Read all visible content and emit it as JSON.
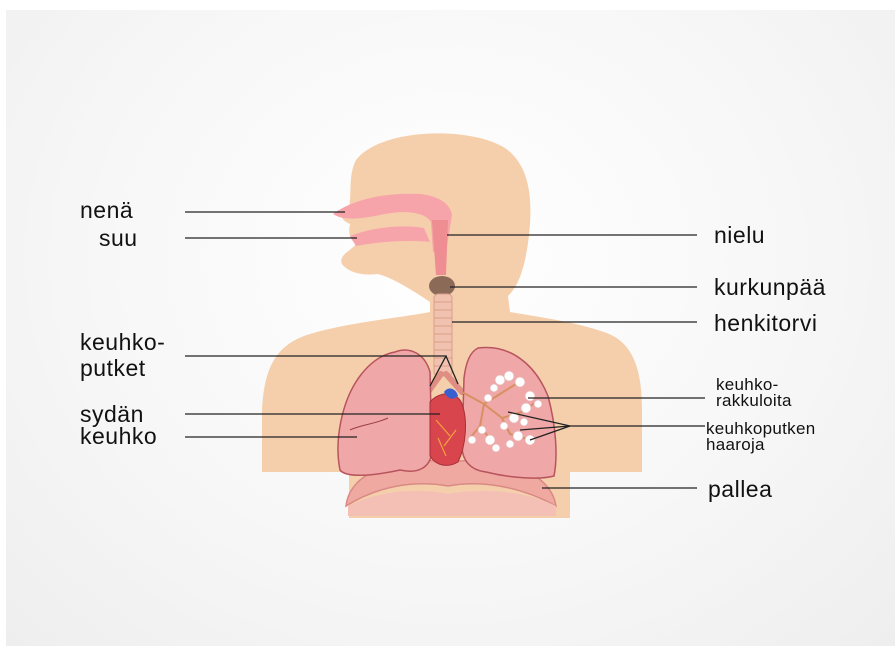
{
  "labels": {
    "nena": "nenä",
    "suu": "suu",
    "nielu": "nielu",
    "kurkunpaa": "kurkunpää",
    "henkitorvi": "henkitorvi",
    "keuhkoputket_line1": "keuhko-",
    "keuhkoputket_line2": "putket",
    "sydan": "sydän",
    "keuhko": "keuhko",
    "keuhkorakkuloita_line1": "keuhko-",
    "keuhkorakkuloita_line2": "rakkuloita",
    "keuhkoputken_haaroja_line1": "keuhkoputken",
    "keuhkoputken_haaroja_line2": "haaroja",
    "pallea": "pallea"
  },
  "colors": {
    "skin": "#f5cfac",
    "airway": "#f4a0a0",
    "airway_dark": "#e7787f",
    "larynx": "#8c6a58",
    "trachea": "#f2c2b0",
    "lung": "#f0a7a7",
    "lung_edge": "#b8545d",
    "heart": "#d8454d",
    "diaphragm": "#f0a9a1",
    "leader_line": "#222222"
  }
}
